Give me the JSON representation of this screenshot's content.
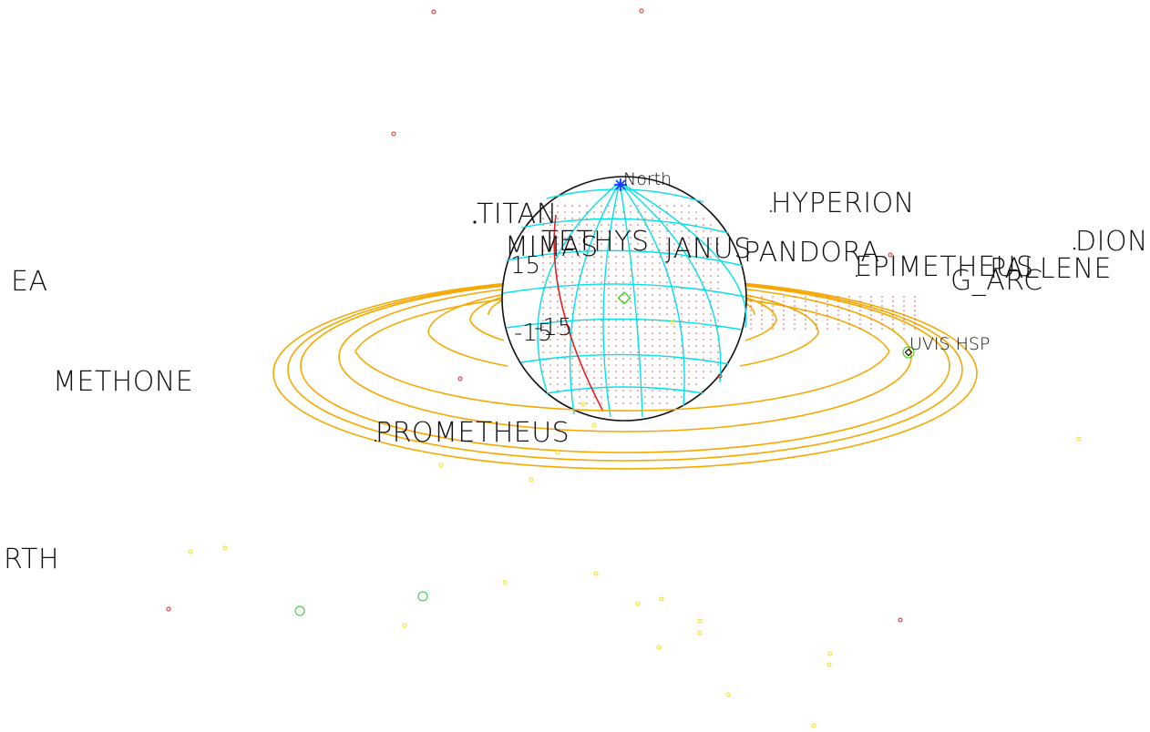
{
  "labels": {
    "north": "North",
    "titan": "TITAN",
    "tethys": "TETHYS",
    "mimas": "MIMAS",
    "janus": "JANUS",
    "pandora": "PANDORA",
    "hyperion": "HYPERION",
    "epimetheus": "EPIMETHEUS",
    "g_arc": "G_ARC",
    "pallene": "PALLENE",
    "dion": "DION",
    "ea": "EA",
    "methone": "METHONE",
    "prometheus": "PROMETHEUS",
    "rth": "RTH",
    "uvis_hsp": "UVIS HSP",
    "lat_plus": "15",
    "lat_minus": "-15",
    "lat_minus2": "-15"
  },
  "colors": {
    "rings": "#f5a800",
    "grid": "#00e0e8",
    "planet_outline": "#111111",
    "terminator": "#e02020",
    "north_marker": "#1a3cff",
    "boresight": "#44cc22",
    "stars_yellow": "#f2e200",
    "stars_red": "#dd2222",
    "stars_green": "#33cc33",
    "shadow_dots": "#e05050"
  }
}
